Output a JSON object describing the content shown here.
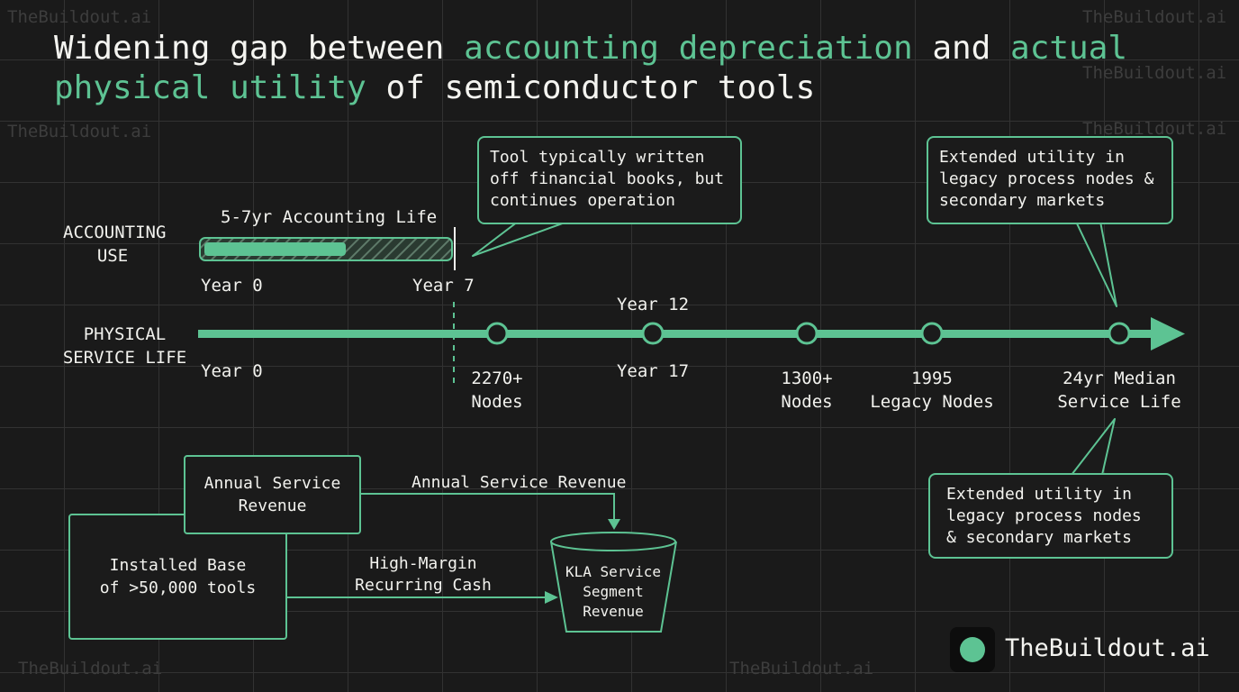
{
  "watermarks": [
    "TheBuildout.ai",
    "TheBuildout.ai",
    "TheBuildout.ai",
    "TheBuildout.ai",
    "TheBuildout.ai",
    "TheBuildout.ai"
  ],
  "title": {
    "part1": "Widening gap between ",
    "hl1": "accounting depreciation",
    "part2": " and ",
    "hl2": "actual physical utility",
    "part3": " of semiconductor tools"
  },
  "accounting": {
    "row_label": "ACCOUNTING\nUSE",
    "bar_label": "5-7yr Accounting Life",
    "start_label": "Year 0",
    "end_label": "Year 7",
    "solid_fill_fraction": 0.58
  },
  "physical": {
    "row_label": "PHYSICAL\nSERVICE LIFE",
    "start_label": "Year 0",
    "milestones": [
      {
        "label_below": "2270+\nNodes"
      },
      {
        "label_above": "Year 12",
        "label_below": "Year 17"
      },
      {
        "label_below": "1300+\nNodes"
      },
      {
        "label_below": "1995\nLegacy Nodes"
      },
      {
        "label_below": "24yr Median\nService Life"
      }
    ]
  },
  "callouts": {
    "writeoff": "Tool typically written\noff financial books, but\ncontinues operation",
    "extended_top": "Extended utility in\nlegacy process nodes &\nsecondary markets",
    "extended_bottom": "Extended utility in\nlegacy process nodes\n& secondary markets"
  },
  "flow": {
    "service_box": "Annual Service\nRevenue",
    "installed_box": "Installed Base\nof >50,000 tools",
    "arrow_top_label": "Annual Service Revenue",
    "arrow_bottom_label": "High-Margin\nRecurring Cash",
    "bucket_label": "KLA Service\nSegment\nRevenue"
  },
  "brand": {
    "name": "TheBuildout.ai"
  },
  "colors": {
    "accent": "#5dc393",
    "background": "#1a1a1a",
    "text": "#f2f2ee"
  }
}
